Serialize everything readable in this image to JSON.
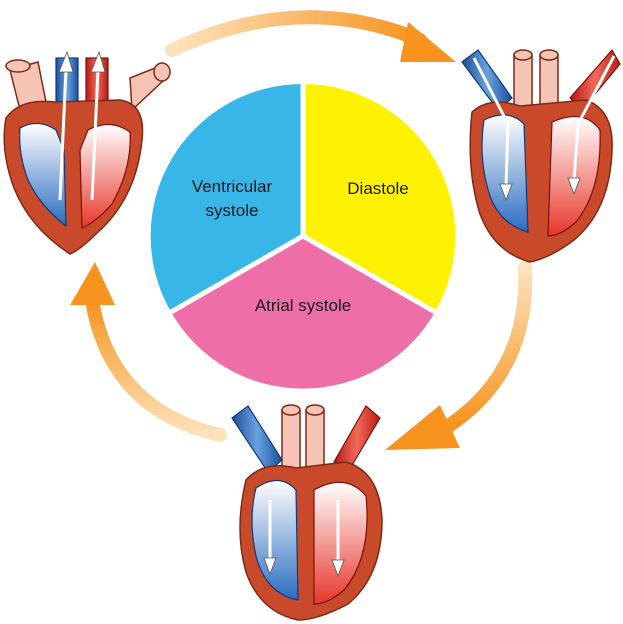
{
  "segments": {
    "ventricular": {
      "line1": "Ventricular",
      "line2": "systole",
      "color": "#38b6e8"
    },
    "diastole": {
      "label": "Diastole",
      "color": "#fff200"
    },
    "atrial": {
      "label": "Atrial systole",
      "color": "#ee6fa8"
    }
  },
  "colors": {
    "arrow": "#f7931e",
    "arrow_light": "#fde3bd",
    "heart_wall": "#c94a2a",
    "oxygenated": "#e2231a",
    "deoxygenated": "#1c5fb0",
    "vessel_pale": "#f6c4b4"
  },
  "icons": [
    "heart-ventricular-systole-icon",
    "heart-diastole-icon",
    "heart-atrial-systole-icon"
  ]
}
